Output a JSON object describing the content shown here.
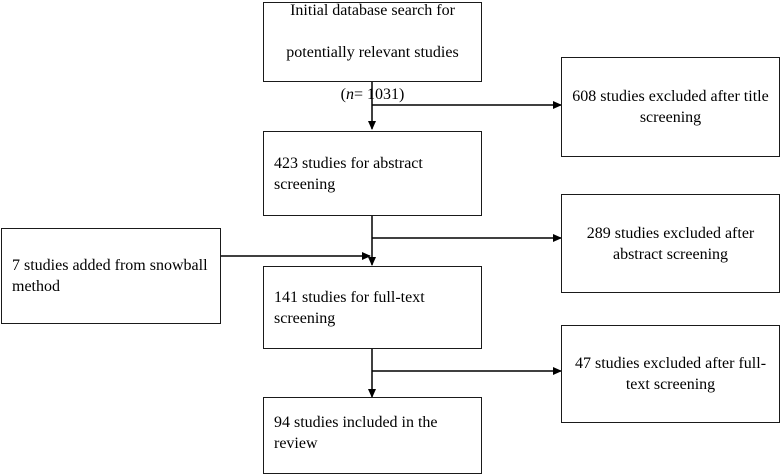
{
  "flowchart": {
    "initial_search": {
      "line1": "Initial database search for",
      "line2": "potentially relevant studies",
      "n_label": "n",
      "n_value": "= 1031"
    },
    "excluded_title": "608 studies excluded after title\nscreening",
    "abstract_screening": "423 studies for abstract\nscreening",
    "excluded_abstract": "289 studies excluded after\nabstract screening",
    "snowball_added": "7 studies added from snowball\nmethod",
    "fulltext_screening": "141 studies for full-text\nscreening",
    "excluded_fulltext": "47 studies excluded after full-\ntext screening",
    "included": "94 studies included in the\nreview"
  }
}
